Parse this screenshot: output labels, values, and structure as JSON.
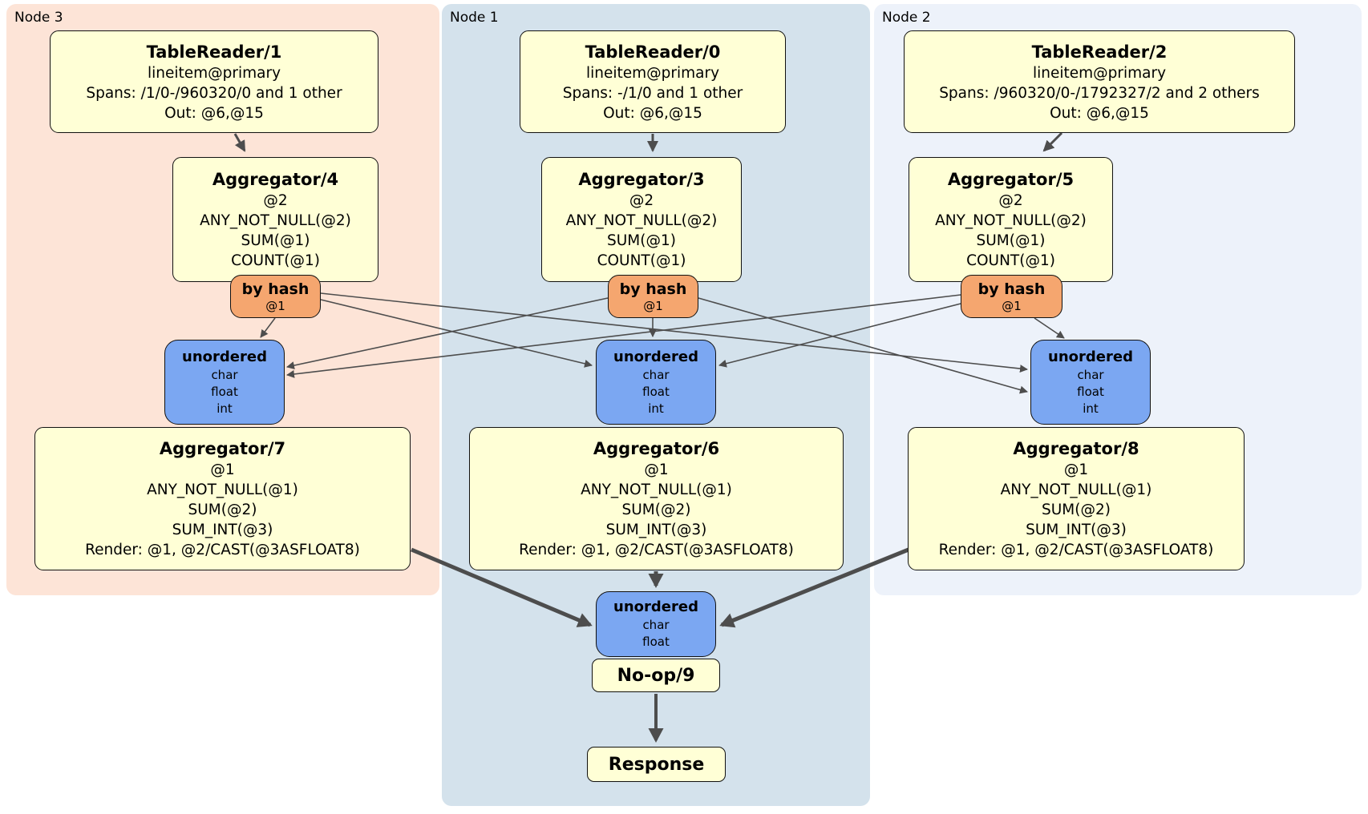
{
  "page": {
    "background": "#ffffff"
  },
  "colors": {
    "node3_panel": "#fde4d7",
    "node1_panel": "#d4e2ec",
    "node2_panel": "#edf2fa",
    "processor_fill": "#ffffd6",
    "router_fill": "#f5a66f",
    "sync_fill": "#7ba7f2",
    "box_border": "#111111",
    "edge_line": "#4d4d4d",
    "text": "#000000"
  },
  "panels": {
    "node3": {
      "label": "Node 3"
    },
    "node1": {
      "label": "Node 1"
    },
    "node2": {
      "label": "Node 2"
    }
  },
  "boxes": {
    "tr1": {
      "title": "TableReader/1",
      "lines": [
        "lineitem@primary",
        "Spans: /1/0-/960320/0 and 1 other",
        "Out: @6,@15"
      ]
    },
    "agg4": {
      "title": "Aggregator/4",
      "lines": [
        "@2",
        "ANY_NOT_NULL(@2)",
        "SUM(@1)",
        "COUNT(@1)"
      ]
    },
    "hash3": {
      "title": "by hash",
      "lines": [
        "@1"
      ]
    },
    "sync3": {
      "title": "unordered",
      "lines": [
        "char",
        "float",
        "int"
      ]
    },
    "agg7": {
      "title": "Aggregator/7",
      "lines": [
        "@1",
        "ANY_NOT_NULL(@1)",
        "SUM(@2)",
        "SUM_INT(@3)",
        "Render: @1, @2/CAST(@3ASFLOAT8)"
      ]
    },
    "tr0": {
      "title": "TableReader/0",
      "lines": [
        "lineitem@primary",
        "Spans: -/1/0 and 1 other",
        "Out: @6,@15"
      ]
    },
    "agg3": {
      "title": "Aggregator/3",
      "lines": [
        "@2",
        "ANY_NOT_NULL(@2)",
        "SUM(@1)",
        "COUNT(@1)"
      ]
    },
    "hash1": {
      "title": "by hash",
      "lines": [
        "@1"
      ]
    },
    "sync1": {
      "title": "unordered",
      "lines": [
        "char",
        "float",
        "int"
      ]
    },
    "agg6": {
      "title": "Aggregator/6",
      "lines": [
        "@1",
        "ANY_NOT_NULL(@1)",
        "SUM(@2)",
        "SUM_INT(@3)",
        "Render: @1, @2/CAST(@3ASFLOAT8)"
      ]
    },
    "tr2": {
      "title": "TableReader/2",
      "lines": [
        "lineitem@primary",
        "Spans: /960320/0-/1792327/2 and 2 others",
        "Out: @6,@15"
      ]
    },
    "agg5": {
      "title": "Aggregator/5",
      "lines": [
        "@2",
        "ANY_NOT_NULL(@2)",
        "SUM(@1)",
        "COUNT(@1)"
      ]
    },
    "hash2": {
      "title": "by hash",
      "lines": [
        "@1"
      ]
    },
    "sync2": {
      "title": "unordered",
      "lines": [
        "char",
        "float",
        "int"
      ]
    },
    "sync_final": {
      "title": "unordered",
      "lines": [
        "char",
        "float"
      ]
    },
    "noop": {
      "title": "No-op/9"
    },
    "response": {
      "title": "Response"
    }
  }
}
